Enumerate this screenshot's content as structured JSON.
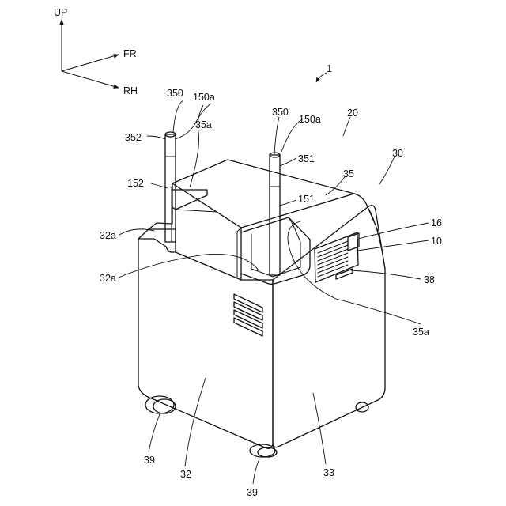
{
  "axes": {
    "up": "UP",
    "front": "FR",
    "right": "RH"
  },
  "labels": {
    "assembly": "1",
    "unit_20": "20",
    "unit_30": "30",
    "pole_left": "350",
    "pole_right": "350",
    "pole_top_left": "150a",
    "pole_top_right": "150a",
    "tube_352": "352",
    "tube_351": "351",
    "pole_152": "152",
    "pole_151": "151",
    "notch_35a_top": "35a",
    "notch_35a_bottom": "35a",
    "lid_35": "35",
    "recess_32a_left": "32a",
    "recess_32a_inner": "32a",
    "part_16": "16",
    "part_10": "10",
    "part_38": "38",
    "front_panel_32": "32",
    "side_panel_33": "33",
    "wheel_left": "39",
    "wheel_bottom": "39"
  }
}
